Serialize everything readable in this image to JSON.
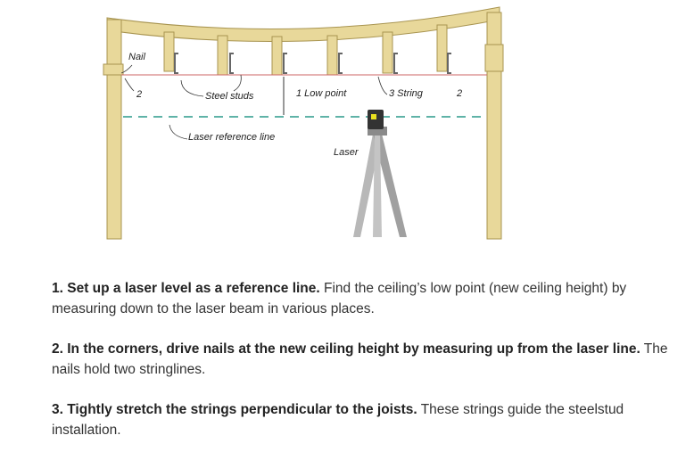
{
  "figure": {
    "labels": {
      "nail": "Nail",
      "nail_num_left": "2",
      "steel_studs": "Steel studs",
      "low_point": "1 Low point",
      "string": "3 String",
      "nail_num_right": "2",
      "laser_reference_line": "Laser reference line",
      "laser": "Laser"
    },
    "colors": {
      "wood": "#e8d89a",
      "wood_edge": "#a89450",
      "stud": "#888888",
      "string": "#cc6666",
      "laser_line": "#2a9a8a",
      "tripod": "#a8a8a8"
    }
  },
  "steps": [
    {
      "bold": "1. Set up a laser level as a reference line.",
      "text": " Find the ceiling’s low point (new ceiling height) by measuring down to the laser beam in various places."
    },
    {
      "bold": "2. In the corners, drive nails at the new ceiling height by measuring up from the laser line.",
      "text": " The nails hold two stringlines."
    },
    {
      "bold": "3. Tightly stretch the strings perpendicular to the joists.",
      "text": " These strings guide the steelstud installation."
    }
  ]
}
